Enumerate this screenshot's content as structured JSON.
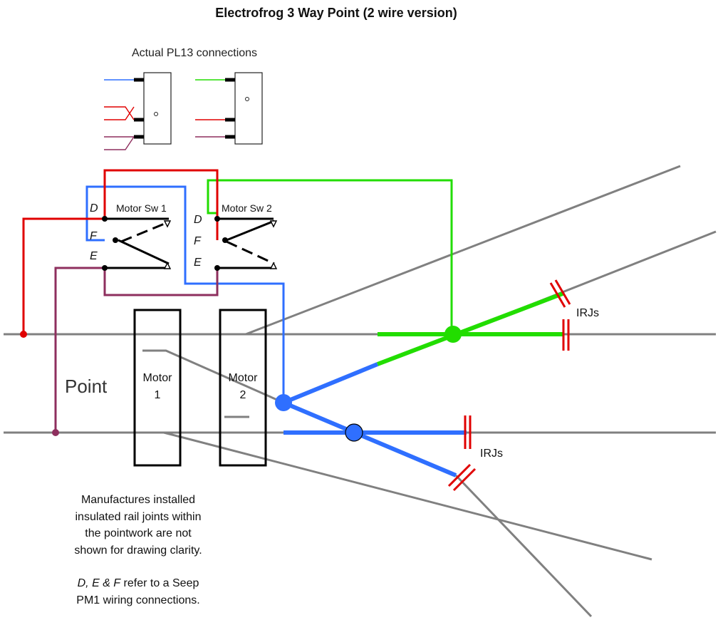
{
  "title": "Electrofrog 3 Way Point (2 wire version)",
  "pl13_heading": "Actual PL13 connections",
  "switches": {
    "sw1_label": "Motor Sw 1",
    "sw2_label": "Motor Sw 2",
    "terminal_d": "D",
    "terminal_f": "F",
    "terminal_e": "E"
  },
  "point_label": "Point",
  "motors": {
    "motor1_word": "Motor",
    "motor1_num": "1",
    "motor2_word": "Motor",
    "motor2_num": "2"
  },
  "irj_label": "IRJs",
  "note": {
    "line1": "Manufactures installed",
    "line2": "insulated rail joints within",
    "line3": "the pointwork are not",
    "line4": "shown for drawing clarity.",
    "line5_terms": "D, E & F",
    "line5_rest": " refer to a Seep",
    "line6": "PM1 wiring connections."
  },
  "colors": {
    "red": "#e00000",
    "green": "#22dd00",
    "blue": "#2f6fff",
    "purple": "#8e2f5e",
    "rail": "#808080",
    "black": "#000000"
  }
}
